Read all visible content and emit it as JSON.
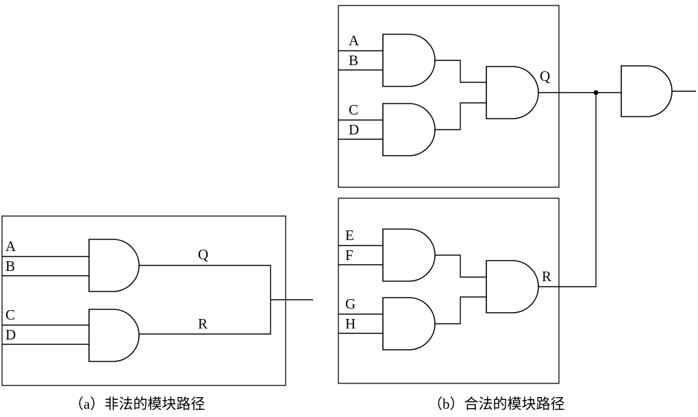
{
  "diagram_a": {
    "caption": "（a）非法的模块路径",
    "inputs": [
      "A",
      "B",
      "C",
      "D"
    ],
    "outputs": [
      "Q",
      "R"
    ]
  },
  "diagram_b": {
    "caption": "（b）合法的模块路径",
    "top_module": {
      "inputs": [
        "A",
        "B",
        "C",
        "D"
      ],
      "output": "Q"
    },
    "bottom_module": {
      "inputs": [
        "E",
        "F",
        "G",
        "H"
      ],
      "output": "R"
    }
  }
}
